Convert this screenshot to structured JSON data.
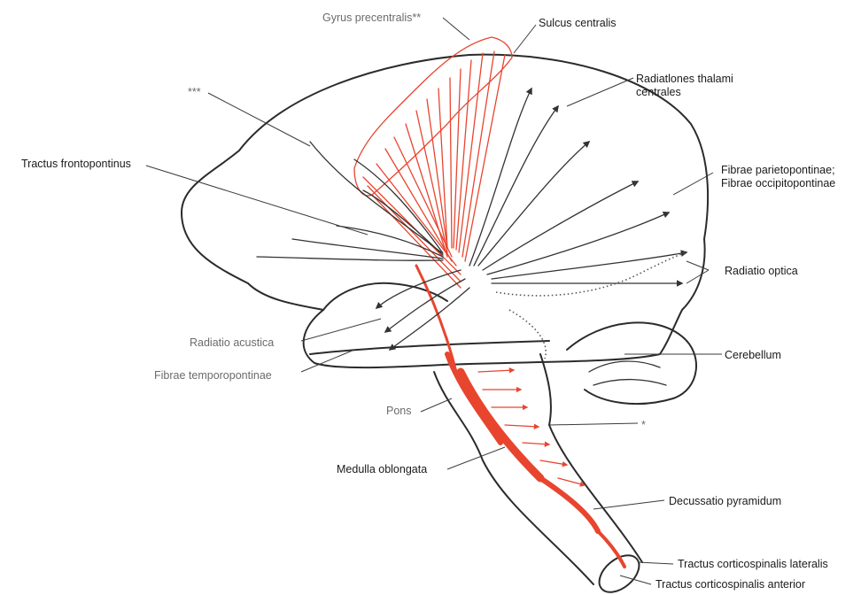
{
  "labels": {
    "gyrus_precentralis": "Gyrus precentralis**",
    "sulcus_centralis": "Sulcus centralis",
    "triple_asterisk": "***",
    "radiationes_thalami_line1": "Radiatlones thalami",
    "radiationes_thalami_line2": "centrales",
    "tractus_frontopontinus": "Tractus frontopontinus",
    "fibrae_parietopontinae": "Fibrae parietopontinae;",
    "fibrae_occipitopontinae": "Fibrae occipitopontinae",
    "radiatio_optica": "Radiatio optica",
    "radiatio_acustica": "Radiatio acustica",
    "fibrae_temporopontinae": "Fibrae temporopontinae",
    "cerebellum": "Cerebellum",
    "pons": "Pons",
    "single_asterisk": "*",
    "medulla_oblongata": "Medulla oblongata",
    "decussatio_pyramidum": "Decussatio pyramidum",
    "tractus_corticospinalis_lateralis": "Tractus corticospinalis lateralis",
    "tractus_corticospinalis_anterior": "Tractus corticospinalis anterior"
  },
  "colors": {
    "tract_red": "#e8452f",
    "outline": "#2b2b2b",
    "text_dark": "#1a1a1a",
    "text_gray": "#6b6b6b"
  }
}
